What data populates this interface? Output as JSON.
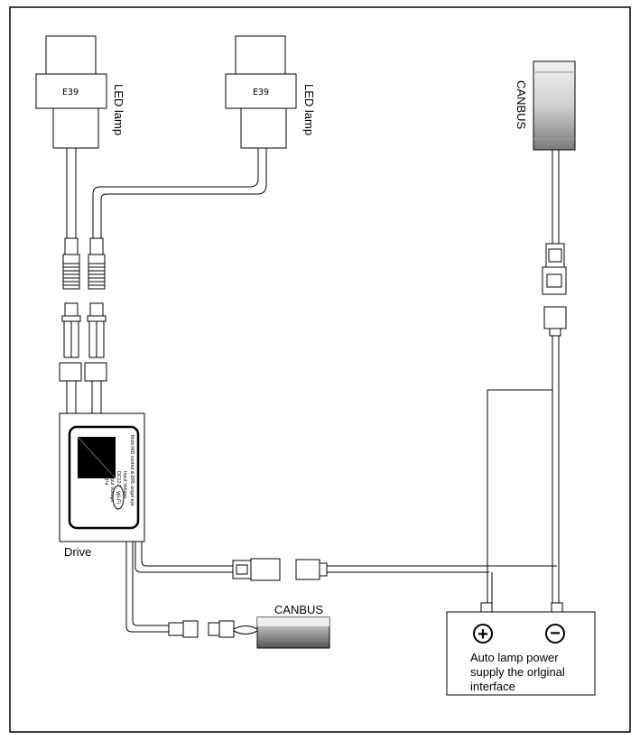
{
  "lamps": [
    {
      "socket_label": "E39",
      "side_label": "LED lamp"
    },
    {
      "socket_label": "E39",
      "side_label": "LED lamp"
    }
  ],
  "canbus_top": {
    "label": "CANBUS"
  },
  "canbus_bottom": {
    "label": "CANBUS"
  },
  "drive": {
    "label": "Drive",
    "panel_lines": [
      "Multi HID control & DRL angel eye",
      "Input Voltage",
      "DC12-24V",
      "Output Voltage",
      "DC3*4"
    ],
    "badge": "Wi-Fi"
  },
  "power": {
    "plus_symbol": "+",
    "minus_symbol": "−",
    "line1": "Auto lamp power",
    "line2": "supply the orlginal",
    "line3": "interface"
  }
}
